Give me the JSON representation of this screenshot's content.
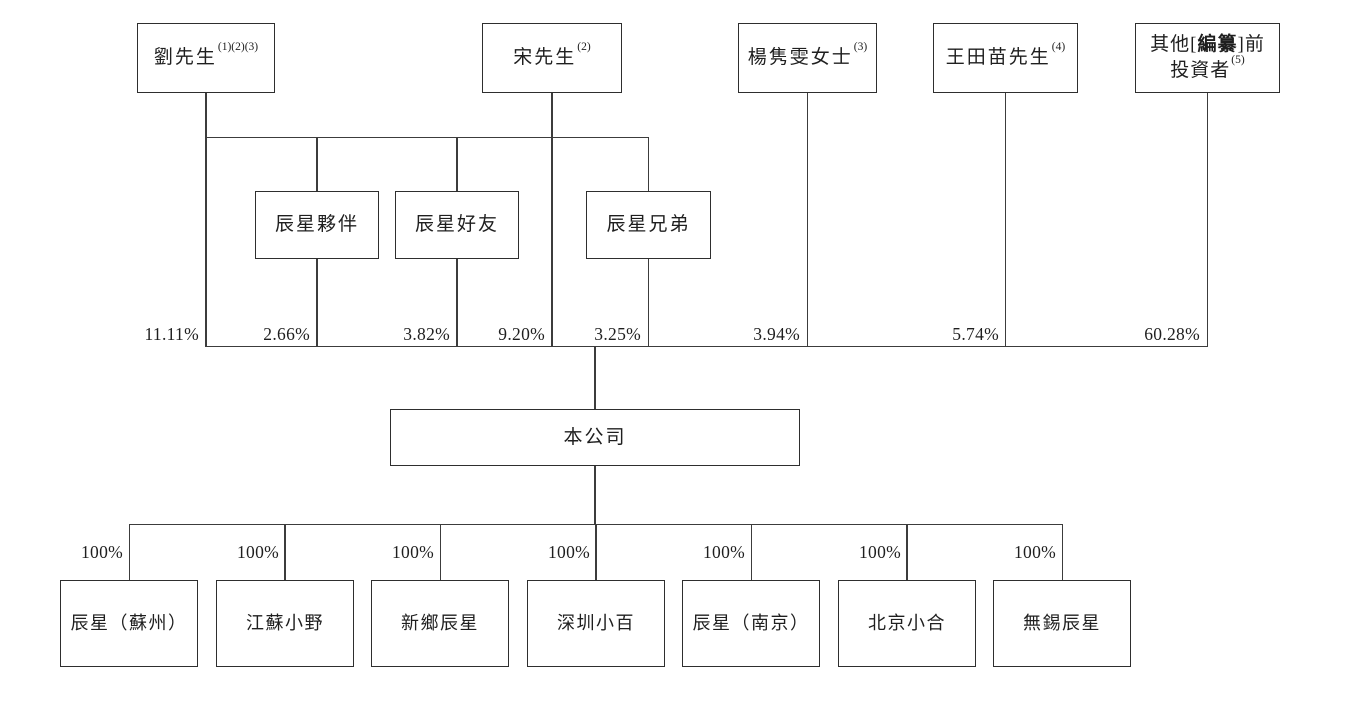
{
  "structure_chart": {
    "title_hint": "shareholding-structure-diagram",
    "shareholders": [
      {
        "label": "劉先生",
        "sup": "(1)(2)(3)",
        "ownership": "11.11%"
      },
      {
        "label": "宋先生",
        "sup": "(2)",
        "ownership": "9.20%"
      },
      {
        "label": "楊隽雯女士",
        "sup": "(3)",
        "ownership": "3.94%"
      },
      {
        "label": "王田苗先生",
        "sup": "(4)",
        "ownership": "5.74%"
      },
      {
        "line1_pre": "其他[",
        "line1_bold": "編纂",
        "line1_post": "]前",
        "line2": "投資者",
        "sup": "(5)",
        "ownership": "60.28%"
      }
    ],
    "employee_platforms": [
      {
        "label": "辰星夥伴",
        "ownership": "2.66%"
      },
      {
        "label": "辰星好友",
        "ownership": "3.82%"
      },
      {
        "label": "辰星兄弟",
        "ownership": "3.25%"
      }
    ],
    "company": {
      "label": "本公司"
    },
    "subsidiaries": [
      {
        "label": "辰星（蘇州）",
        "ownership": "100%"
      },
      {
        "label": "江蘇小野",
        "ownership": "100%"
      },
      {
        "label": "新鄉辰星",
        "ownership": "100%"
      },
      {
        "label": "深圳小百",
        "ownership": "100%"
      },
      {
        "label": "辰星（南京）",
        "ownership": "100%"
      },
      {
        "label": "北京小合",
        "ownership": "100%"
      },
      {
        "label": "無錫辰星",
        "ownership": "100%"
      }
    ]
  }
}
